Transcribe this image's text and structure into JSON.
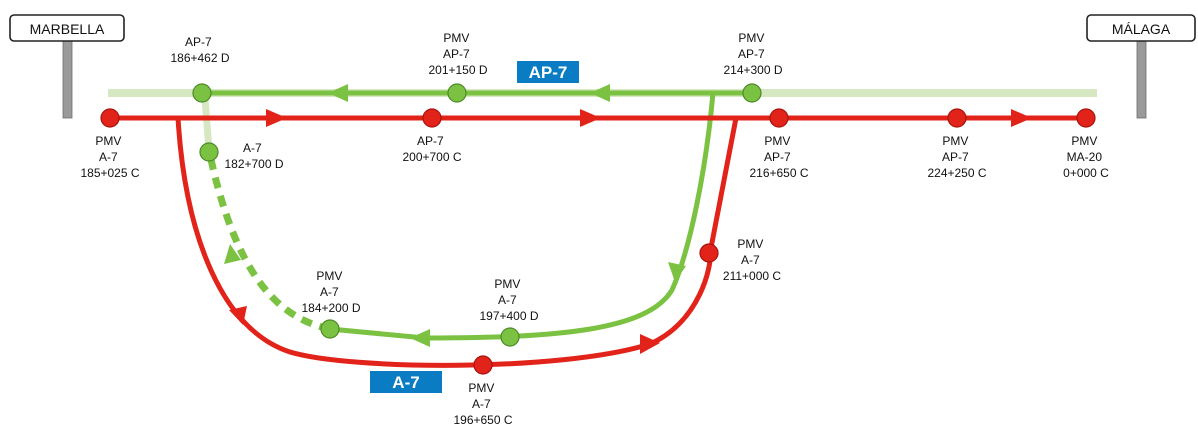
{
  "colors": {
    "a7_route": "#e2231a",
    "ap7_route": "#7cc242",
    "ap7_context": "#d6e8c2",
    "highway_badge": "#0a7cc4"
  },
  "cities": {
    "left": "MARBELLA",
    "right": "MÁLAGA"
  },
  "highway_badges": {
    "ap7": "AP-7",
    "a7": "A-7"
  },
  "points": {
    "ap7_186": [
      "AP-7",
      "186+462 D"
    ],
    "ap7_201": [
      "PMV",
      "AP-7",
      "201+150 D"
    ],
    "ap7_214": [
      "PMV",
      "AP-7",
      "214+300 D"
    ],
    "a7_182": [
      "A-7",
      "182+700 D"
    ],
    "a7_185": [
      "PMV",
      "A-7",
      "185+025 C"
    ],
    "ap7_200": [
      "AP-7",
      "200+700 C"
    ],
    "ap7_216": [
      "PMV",
      "AP-7",
      "216+650 C"
    ],
    "ap7_224": [
      "PMV",
      "AP-7",
      "224+250 C"
    ],
    "ma20_0": [
      "PMV",
      "MA-20",
      "0+000 C"
    ],
    "a7_211": [
      "PMV",
      "A-7",
      "211+000 C"
    ],
    "a7_184": [
      "PMV",
      "A-7",
      "184+200 D"
    ],
    "a7_197": [
      "PMV",
      "A-7",
      "197+400 D"
    ],
    "a7_196": [
      "PMV",
      "A-7",
      "196+650 C"
    ]
  }
}
